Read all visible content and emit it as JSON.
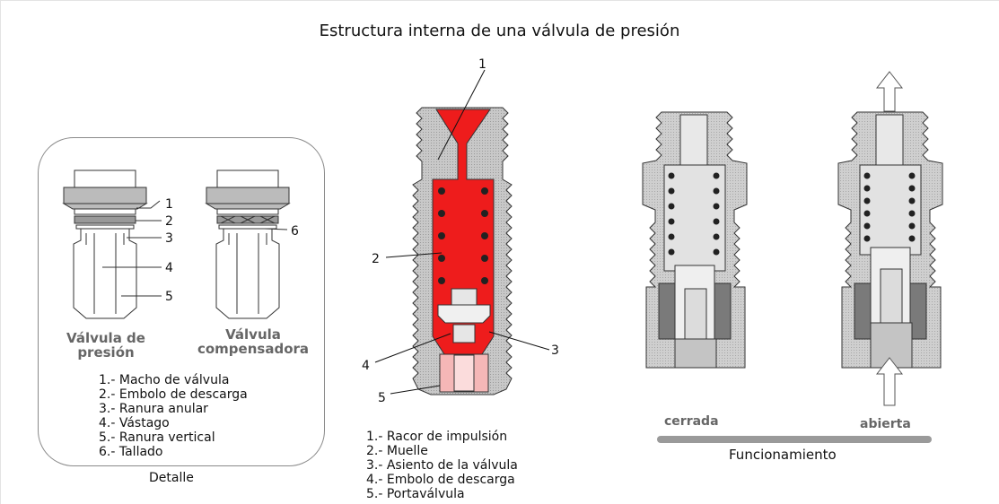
{
  "title": "Estructura interna de una válvula de presión",
  "detail": {
    "valve_pressure_label_line1": "Válvula de",
    "valve_pressure_label_line2": "presión",
    "valve_comp_label_line1": "Válvula",
    "valve_comp_label_line2": "compensadora",
    "part_numbers": [
      "1",
      "2",
      "3",
      "4",
      "5",
      "6"
    ],
    "legend": [
      "1.- Macho de válvula",
      "2.- Embolo de descarga",
      "3.- Ranura anular",
      "4.- Vástago",
      "5.- Ranura vertical",
      "6.- Tallado"
    ],
    "caption": "Detalle"
  },
  "section": {
    "part_numbers": [
      "1",
      "2",
      "3",
      "4",
      "5"
    ],
    "legend": [
      "1.- Racor de impulsión",
      "2.- Muelle",
      "3.- Asiento de la válvula",
      "4.- Embolo de descarga",
      "5.- Portaválvula"
    ],
    "fill_color": "#ee1c1c"
  },
  "operation": {
    "closed_label": "cerrada",
    "open_label": "abierta",
    "caption": "Funcionamiento",
    "bar_color": "#9a9a9a"
  }
}
